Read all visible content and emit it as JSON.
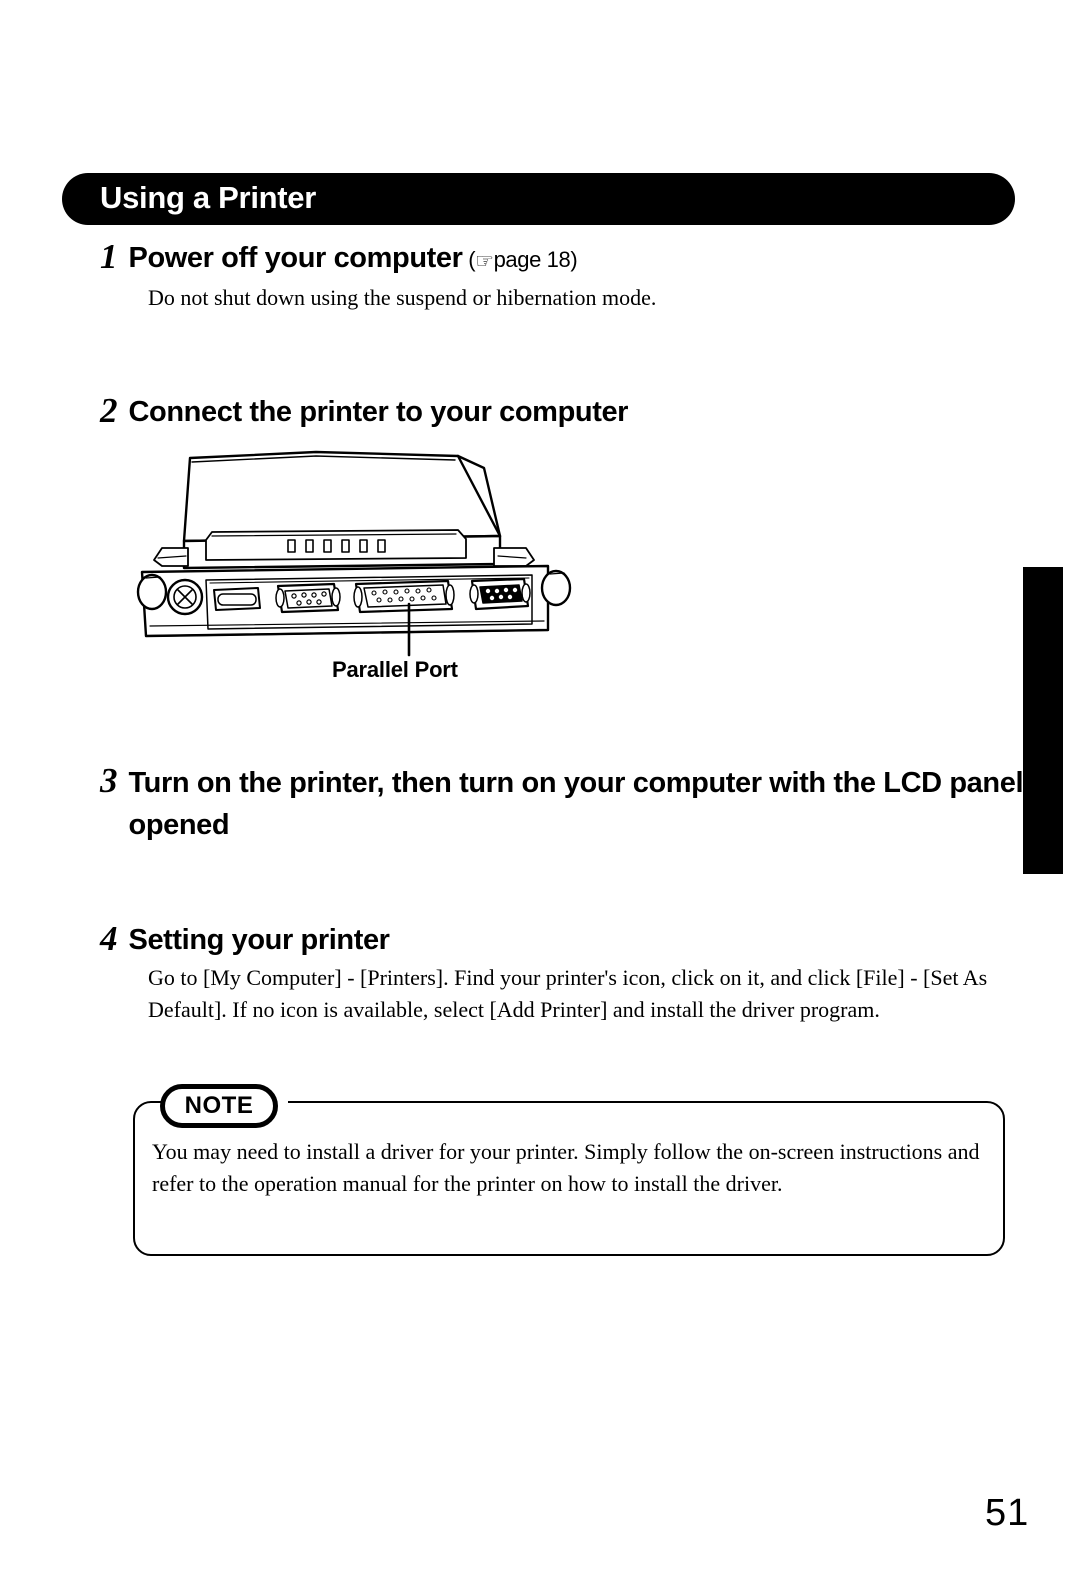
{
  "header": {
    "title": "Using a Printer"
  },
  "steps": [
    {
      "number": "1",
      "heading": "Power off your computer",
      "ref_open": "(",
      "ref_icon": "☞",
      "ref_text": "page 18",
      "ref_close": ")",
      "body": "Do not shut down using the suspend or hibernation mode."
    },
    {
      "number": "2",
      "heading": "Connect the printer to your computer",
      "illustration_label": "Parallel Port"
    },
    {
      "number": "3",
      "heading": "Turn on the printer, then turn on your computer with the LCD panel opened"
    },
    {
      "number": "4",
      "heading": "Setting your printer",
      "body": "Go to [My Computer] - [Printers].  Find your printer's icon, click on it, and click [File] - [Set As Default].  If no icon is available, select [Add Printer] and install the driver program."
    }
  ],
  "note": {
    "badge": "NOTE",
    "body": "You may need to install a driver for your printer.  Simply follow the on-screen instructions and refer to the operation manual for the printer on how to install the driver."
  },
  "footer": {
    "page_number": "51"
  },
  "colors": {
    "ink": "#000000",
    "paper": "#ffffff",
    "header_bar": "#000000",
    "side_tab": "#000000"
  },
  "illustration": {
    "name": "laptop-rear-ports-diagram",
    "ports": [
      "ps2-mouse-port",
      "expansion-slot",
      "serial-port",
      "parallel-port",
      "vga-port"
    ]
  }
}
